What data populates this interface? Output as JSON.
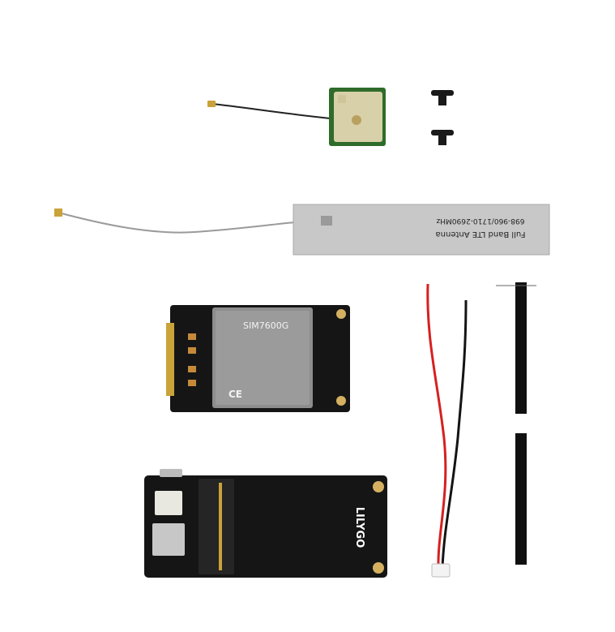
{
  "antenna_label_line1": "Full Band LTE Antenna",
  "antenna_label_line2": "698-960/1710-2690MHz",
  "module_model": "SIM7600G",
  "module_marks": "CE",
  "board_brand": "LILYGO",
  "colors": {
    "background": "#ffffff",
    "pcb_black": "#151515",
    "gold": "#c9a23a",
    "gps_green": "#2f6b2a",
    "antenna_silver": "#c8c8c8",
    "wire_red": "#d62020"
  }
}
